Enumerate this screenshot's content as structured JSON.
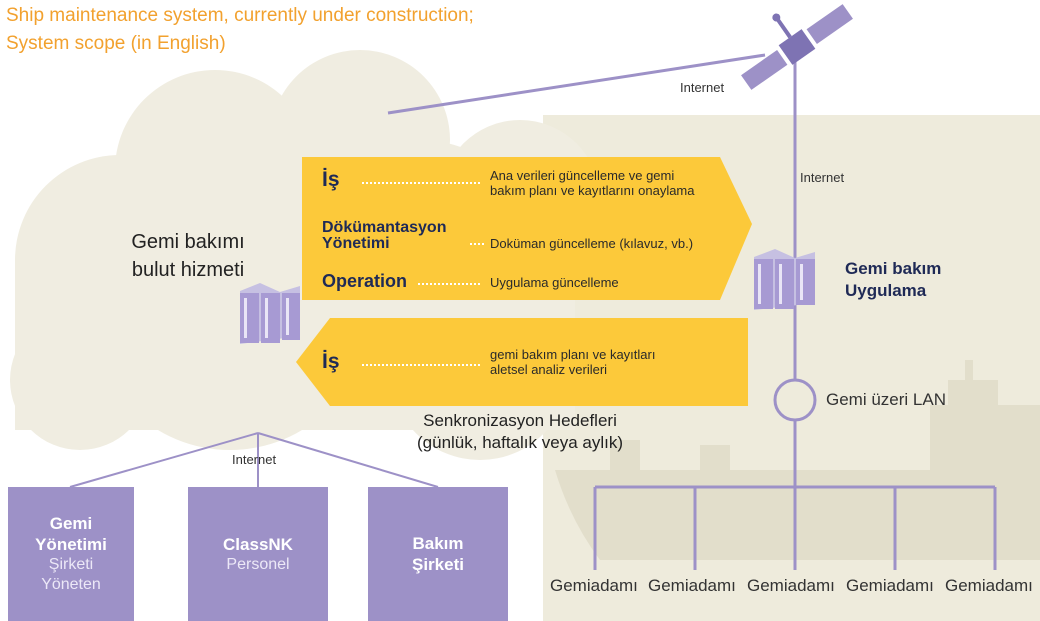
{
  "title": {
    "line1": "Ship maintenance system, currently under construction;",
    "line2": "System scope (in English)"
  },
  "cloud": {
    "line1": "Gemi bakımı",
    "line2": "bulut hizmeti"
  },
  "internet_labels": {
    "satellite_link": "Internet",
    "ship_link": "Internet",
    "shore_link": "Internet"
  },
  "upload_arrow": {
    "rows": [
      {
        "key": "İş",
        "value_line1": "Ana verileri güncelleme ve gemi",
        "value_line2": "bakım planı ve kayıtlarını onaylama"
      },
      {
        "key_line1": "Dökümantasyon",
        "key_line2": "Yönetimi",
        "value_line1": "Doküman güncelleme (kılavuz, vb.)"
      },
      {
        "key": "Operation",
        "value_line1": "Uygulama güncelleme"
      }
    ]
  },
  "download_arrow": {
    "rows": [
      {
        "key": "İş",
        "value_line1": "gemi bakım planı ve kayıtları",
        "value_line2": "aletsel analiz verileri"
      }
    ]
  },
  "sync": {
    "line1": "Senkronizasyon Hedefleri",
    "line2": "(günlük, haftalık veya aylık)"
  },
  "ship_app": {
    "line1": "Gemi bakım",
    "line2": "Uygulama"
  },
  "lan_label": "Gemi üzeri LAN",
  "shore_boxes": [
    {
      "line1": "Gemi",
      "line2": "Yönetimi",
      "line3": "Şirketi",
      "line4": "Yöneten"
    },
    {
      "line1": "ClassNK",
      "line2": "Personel"
    },
    {
      "line1": "Bakım",
      "line2": "Şirketi"
    }
  ],
  "crew": [
    "Gemiadamı",
    "Gemiadamı",
    "Gemiadamı",
    "Gemiadamı",
    "Gemiadamı"
  ],
  "colors": {
    "title": "#f2a12e",
    "arrow": "#fcc93a",
    "cloud": "#f0ede1",
    "ship_panel": "#eeebdc",
    "purple": "#9d91c7",
    "line": "#9d91c7",
    "key_text": "#1f2a56"
  },
  "icons": [
    "cloud-shape",
    "server-icon",
    "satellite-icon",
    "ship-silhouette",
    "lan-hub-circle"
  ]
}
